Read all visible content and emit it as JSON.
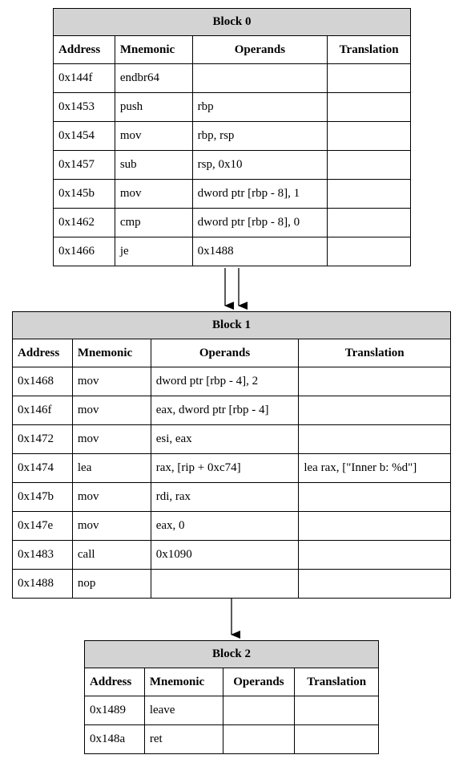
{
  "blocks": [
    {
      "title": "Block 0",
      "headers": [
        "Address",
        "Mnemonic",
        "Operands",
        "Translation"
      ],
      "rows": [
        [
          "0x144f",
          "endbr64",
          "",
          ""
        ],
        [
          "0x1453",
          "push",
          "rbp",
          ""
        ],
        [
          "0x1454",
          "mov",
          "rbp, rsp",
          ""
        ],
        [
          "0x1457",
          "sub",
          "rsp, 0x10",
          ""
        ],
        [
          "0x145b",
          "mov",
          "dword ptr [rbp - 8], 1",
          ""
        ],
        [
          "0x1462",
          "cmp",
          "dword ptr [rbp - 8], 0",
          ""
        ],
        [
          "0x1466",
          "je",
          "0x1488",
          ""
        ]
      ]
    },
    {
      "title": "Block 1",
      "headers": [
        "Address",
        "Mnemonic",
        "Operands",
        "Translation"
      ],
      "rows": [
        [
          "0x1468",
          "mov",
          "dword ptr [rbp - 4], 2",
          ""
        ],
        [
          "0x146f",
          "mov",
          "eax, dword ptr [rbp - 4]",
          ""
        ],
        [
          "0x1472",
          "mov",
          "esi, eax",
          ""
        ],
        [
          "0x1474",
          "lea",
          "rax, [rip + 0xc74]",
          "lea rax, [\"Inner b: %d\"]"
        ],
        [
          "0x147b",
          "mov",
          "rdi, rax",
          ""
        ],
        [
          "0x147e",
          "mov",
          "eax, 0",
          ""
        ],
        [
          "0x1483",
          "call",
          "0x1090",
          ""
        ],
        [
          "0x1488",
          "nop",
          "",
          ""
        ]
      ]
    },
    {
      "title": "Block 2",
      "headers": [
        "Address",
        "Mnemonic",
        "Operands",
        "Translation"
      ],
      "rows": [
        [
          "0x1489",
          "leave",
          "",
          ""
        ],
        [
          "0x148a",
          "ret",
          "",
          ""
        ]
      ]
    }
  ],
  "edges": [
    {
      "from": "Block 0",
      "to": "Block 1"
    },
    {
      "from": "Block 0",
      "to": "Block 1"
    },
    {
      "from": "Block 1",
      "to": "Block 2"
    }
  ]
}
